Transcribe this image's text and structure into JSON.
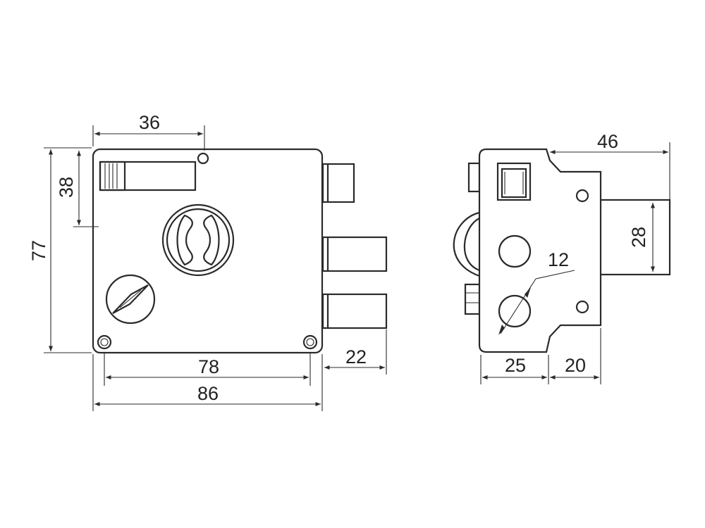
{
  "front_view": {
    "dim_top_width": "36",
    "dim_height_total": "77",
    "dim_height_upper": "38",
    "dim_screw_spacing": "78",
    "dim_body_width": "86",
    "dim_bolt_projection": "22"
  },
  "side_view": {
    "dim_depth_total": "46",
    "dim_bolt_height": "28",
    "dim_keyhole_dia": "12",
    "dim_left_depth": "25",
    "dim_right_depth": "20"
  },
  "colors": {
    "line": "#2a2a2a",
    "background": "#ffffff"
  }
}
